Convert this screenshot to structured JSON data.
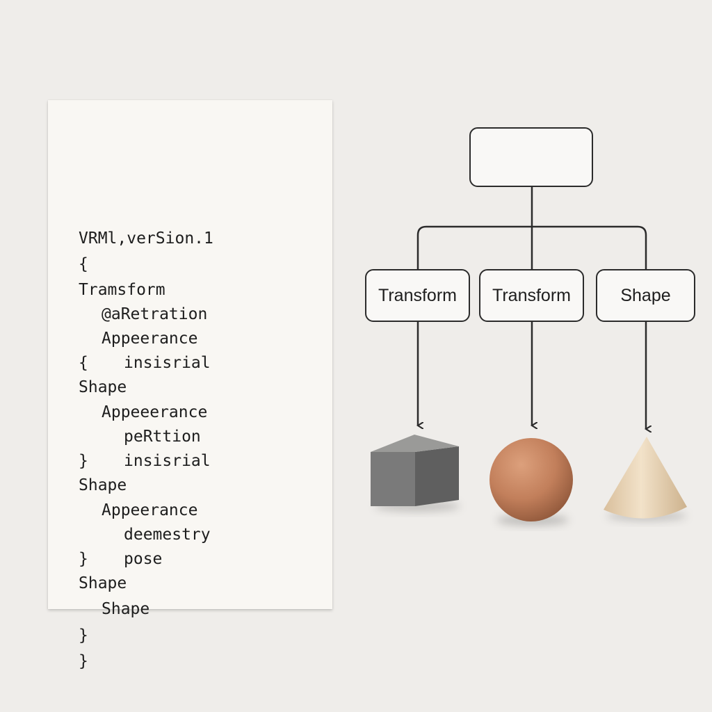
{
  "code": {
    "lines": [
      "VRMl,verSion.1",
      "{",
      "Tramsform",
      "@aRetration",
      "Appeerance",
      "{",
      "insisrial",
      "Shape",
      "Appeeerance",
      "peRttion",
      "}",
      "insisrial",
      "Shape",
      "Appeerance",
      "deemestry",
      "}",
      "pose",
      "Shape",
      "Shape",
      "}",
      "}"
    ]
  },
  "diagram": {
    "root_label": "",
    "children": [
      {
        "label": "Transform",
        "shape": "cube-icon"
      },
      {
        "label": "Transform",
        "shape": "sphere-icon"
      },
      {
        "label": "Shape",
        "shape": "cone-icon"
      }
    ]
  },
  "colors": {
    "background": "#efedea",
    "panel": "#f9f7f3",
    "cube": "#6e6e6e",
    "sphere": "#c27f5b",
    "cone": "#e7d2b4"
  }
}
